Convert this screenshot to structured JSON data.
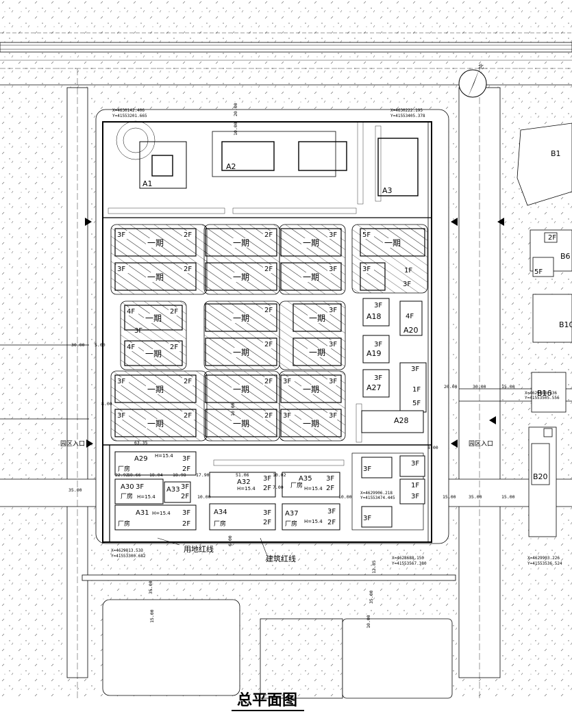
{
  "title": "总平面图",
  "north_label": "北",
  "boundary_labels": {
    "land_line": "用地红线",
    "build_line": "建筑红线"
  },
  "park_entrance": "园区入口",
  "buildings_top": [
    "A1",
    "A2",
    "A3"
  ],
  "phase_label": "一期",
  "floors": {
    "f1": "1F",
    "f2": "2F",
    "f3": "3F",
    "f4": "4F",
    "f5": "5F"
  },
  "east_labels": [
    "A18",
    "A20",
    "A19",
    "A27",
    "A28"
  ],
  "south_labels": [
    "A29",
    "A30",
    "A31",
    "A32",
    "A33",
    "A34",
    "A35",
    "A37"
  ],
  "factory": "厂房",
  "height": "H=15.4",
  "right_labels": [
    "B1",
    "B6",
    "B10",
    "B16",
    "B20"
  ],
  "dims": [
    "20.00",
    "10.00",
    "30.00",
    "5.00",
    "15.00",
    "35.00",
    "8.00",
    "10.02",
    "51.06",
    "18.66",
    "18.04",
    "18.98",
    "17.90",
    "7.00",
    "63.35",
    "12.85",
    "22.92",
    "6.00",
    "8.00"
  ],
  "coords": [
    "X=4630142.406",
    "Y=41553201.665",
    "X=4630222.195",
    "Y=41553405.378",
    "X=4629813.533",
    "Y=41553300.682",
    "X=4628688.150",
    "Y=41553567.380",
    "X=4629903.226",
    "Y=41553536.524",
    "X=4629906.218",
    "Y=41553474.445",
    "X=4629988.336",
    "Y=41553505.556"
  ]
}
